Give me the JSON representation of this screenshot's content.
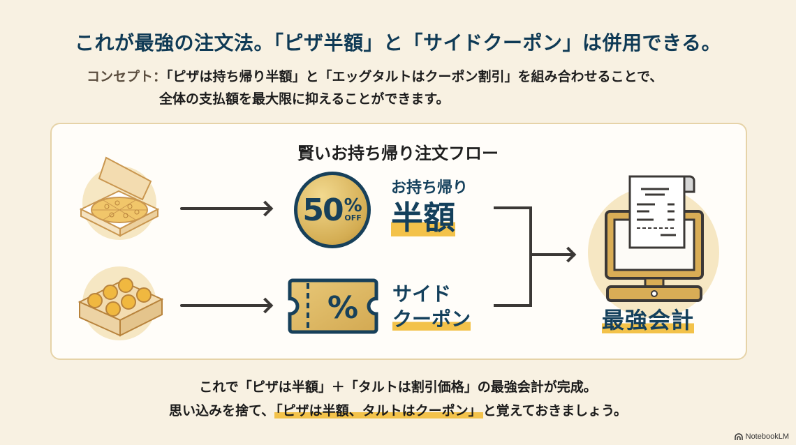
{
  "title": "これが最強の注文法。「ピザ半額」と「サイドクーポン」は併用できる。",
  "concept": {
    "label": "コンセプト：",
    "line1": "「ピザは持ち帰り半額」と「エッグタルトはクーポン割引」を組み合わせることで、",
    "line2": "全体の支払額を最大限に抑えることができます。"
  },
  "flow": {
    "title": "賢いお持ち帰り注文フロー",
    "pizza": {
      "icon": "pizza-box-icon",
      "badge_number": "50",
      "badge_percent": "%",
      "badge_off": "OFF",
      "label_small": "お持ち帰り",
      "label_big": "半額"
    },
    "tart": {
      "icon": "egg-tart-box-icon",
      "coupon_symbol": "%",
      "label_line1": "サイド",
      "label_line2": "クーポン"
    },
    "result": {
      "icon": "register-receipt-icon",
      "label": "最強会計"
    }
  },
  "bottom": {
    "line1": "これで「ピザは半額」＋「タルトは割引価格」の最強会計が完成。",
    "line2_prefix": "思い込みを捨て、",
    "line2_highlight": "「ピザは半額、タルトはクーポン」",
    "line2_suffix": "と覚えておきましょう。"
  },
  "brand": {
    "name": "NotebookLM"
  },
  "colors": {
    "background": "#f8f1e2",
    "title": "#0f3a55",
    "accent_gold": "#d4ad53",
    "highlight": "#f3c24a",
    "navy": "#14405c"
  }
}
